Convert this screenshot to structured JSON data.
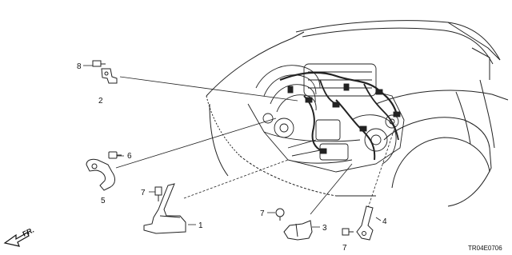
{
  "callouts": {
    "c8": "8",
    "c2": "2",
    "c6": "6",
    "c5": "5",
    "c7a": "7",
    "c1": "1",
    "c7b": "7",
    "c3": "3",
    "c7c": "7",
    "c4": "4"
  },
  "direction_label": "FR.",
  "diagram_code": "TR04E0706"
}
